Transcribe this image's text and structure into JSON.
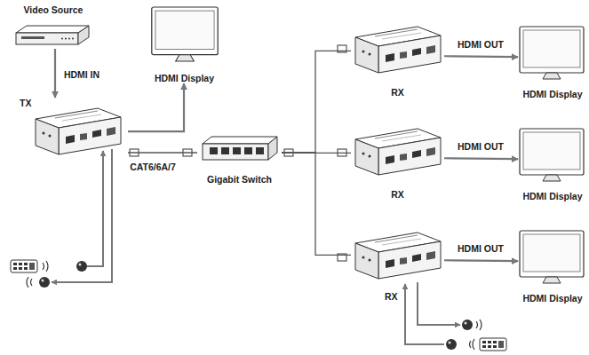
{
  "diagram": {
    "nodes": [
      {
        "text": [
          "Video Source"
        ]
      },
      {
        "text": [
          "HDMI Display"
        ]
      },
      {
        "text": [
          "TX"
        ]
      },
      {
        "text": [
          "Gigabit Switch"
        ]
      },
      {
        "text": [
          "RX"
        ]
      },
      {
        "text": [
          "RX"
        ]
      },
      {
        "text": [
          "RX"
        ]
      },
      {
        "text": [
          "HDMI Display"
        ]
      },
      {
        "text": [
          "HDMI Display"
        ]
      },
      {
        "text": [
          "HDMI Display"
        ]
      }
    ],
    "edges": [
      {
        "from": 0,
        "to": 2,
        "label": "HDMI IN",
        "arrow": "to"
      },
      {
        "from": 2,
        "to": 1,
        "arrow": "to"
      },
      {
        "from": 2,
        "to": 3,
        "label": "CAT6/6A/7",
        "arrow": "none"
      },
      {
        "from": 3,
        "to": 4,
        "arrow": "none"
      },
      {
        "from": 3,
        "to": 5,
        "arrow": "none"
      },
      {
        "from": 3,
        "to": 6,
        "arrow": "none"
      },
      {
        "from": 4,
        "to": 7,
        "label": "HDMI OUT",
        "arrow": "to"
      },
      {
        "from": 5,
        "to": 8,
        "label": "HDMI OUT",
        "arrow": "to"
      },
      {
        "from": 6,
        "to": 9,
        "label": "HDMI OUT",
        "arrow": "to"
      }
    ]
  }
}
